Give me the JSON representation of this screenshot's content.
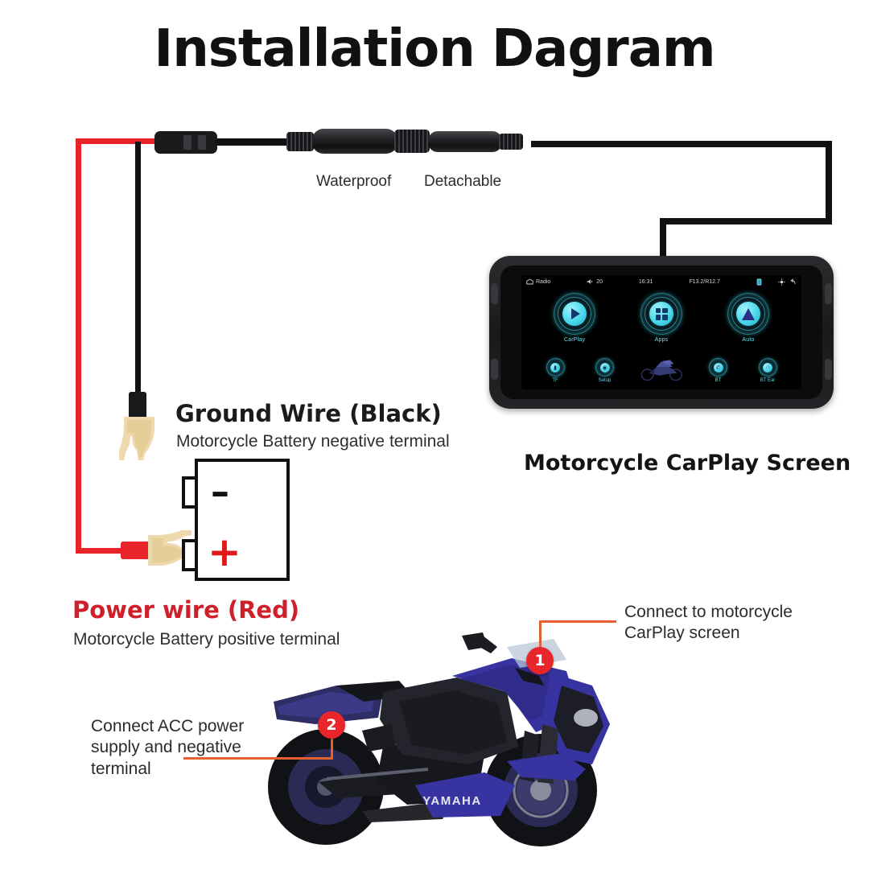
{
  "title": "Installation Dagram",
  "connector": {
    "waterproof_label": "Waterproof",
    "detachable_label": "Detachable"
  },
  "ground_wire": {
    "heading": "Ground Wire (Black)",
    "subtext": "Motorcycle Battery negative terminal"
  },
  "power_wire": {
    "heading": "Power wire (Red)",
    "subtext": "Motorcycle Battery positive terminal",
    "heading_color": "#cf1f2b"
  },
  "battery": {
    "negative_symbol": "–",
    "positive_symbol": "+"
  },
  "device": {
    "caption": "Motorcycle CarPlay Screen",
    "statusbar": {
      "source_label": "Radio",
      "volume_value": "20",
      "clock": "16:31",
      "tyre_pressure": "F13.2/R12.7"
    },
    "apps_primary": [
      {
        "label": "CarPlay",
        "icon": "play-icon"
      },
      {
        "label": "Apps",
        "icon": "grid-icon"
      },
      {
        "label": "Auto",
        "icon": "navigation-icon"
      }
    ],
    "apps_secondary": [
      {
        "label": "TF",
        "icon": "sdcard-icon"
      },
      {
        "label": "Setup",
        "icon": "gear-icon"
      },
      {
        "label": "BT",
        "icon": "phone-icon"
      },
      {
        "label": "BT Ear",
        "icon": "headset-icon"
      }
    ]
  },
  "callouts": [
    {
      "number": "1",
      "text": "Connect to motorcycle\nCarPlay screen"
    },
    {
      "number": "2",
      "text": "Connect ACC power\nsupply and negative\nterminal"
    }
  ],
  "motorcycle": {
    "brand_text": "YAMAHA"
  },
  "colors": {
    "red_wire": "#e8242a",
    "black_wire": "#111111",
    "callout_red": "#e8252a",
    "lead_orange": "#e4602f",
    "accent_cyan": "#49d8ea"
  }
}
